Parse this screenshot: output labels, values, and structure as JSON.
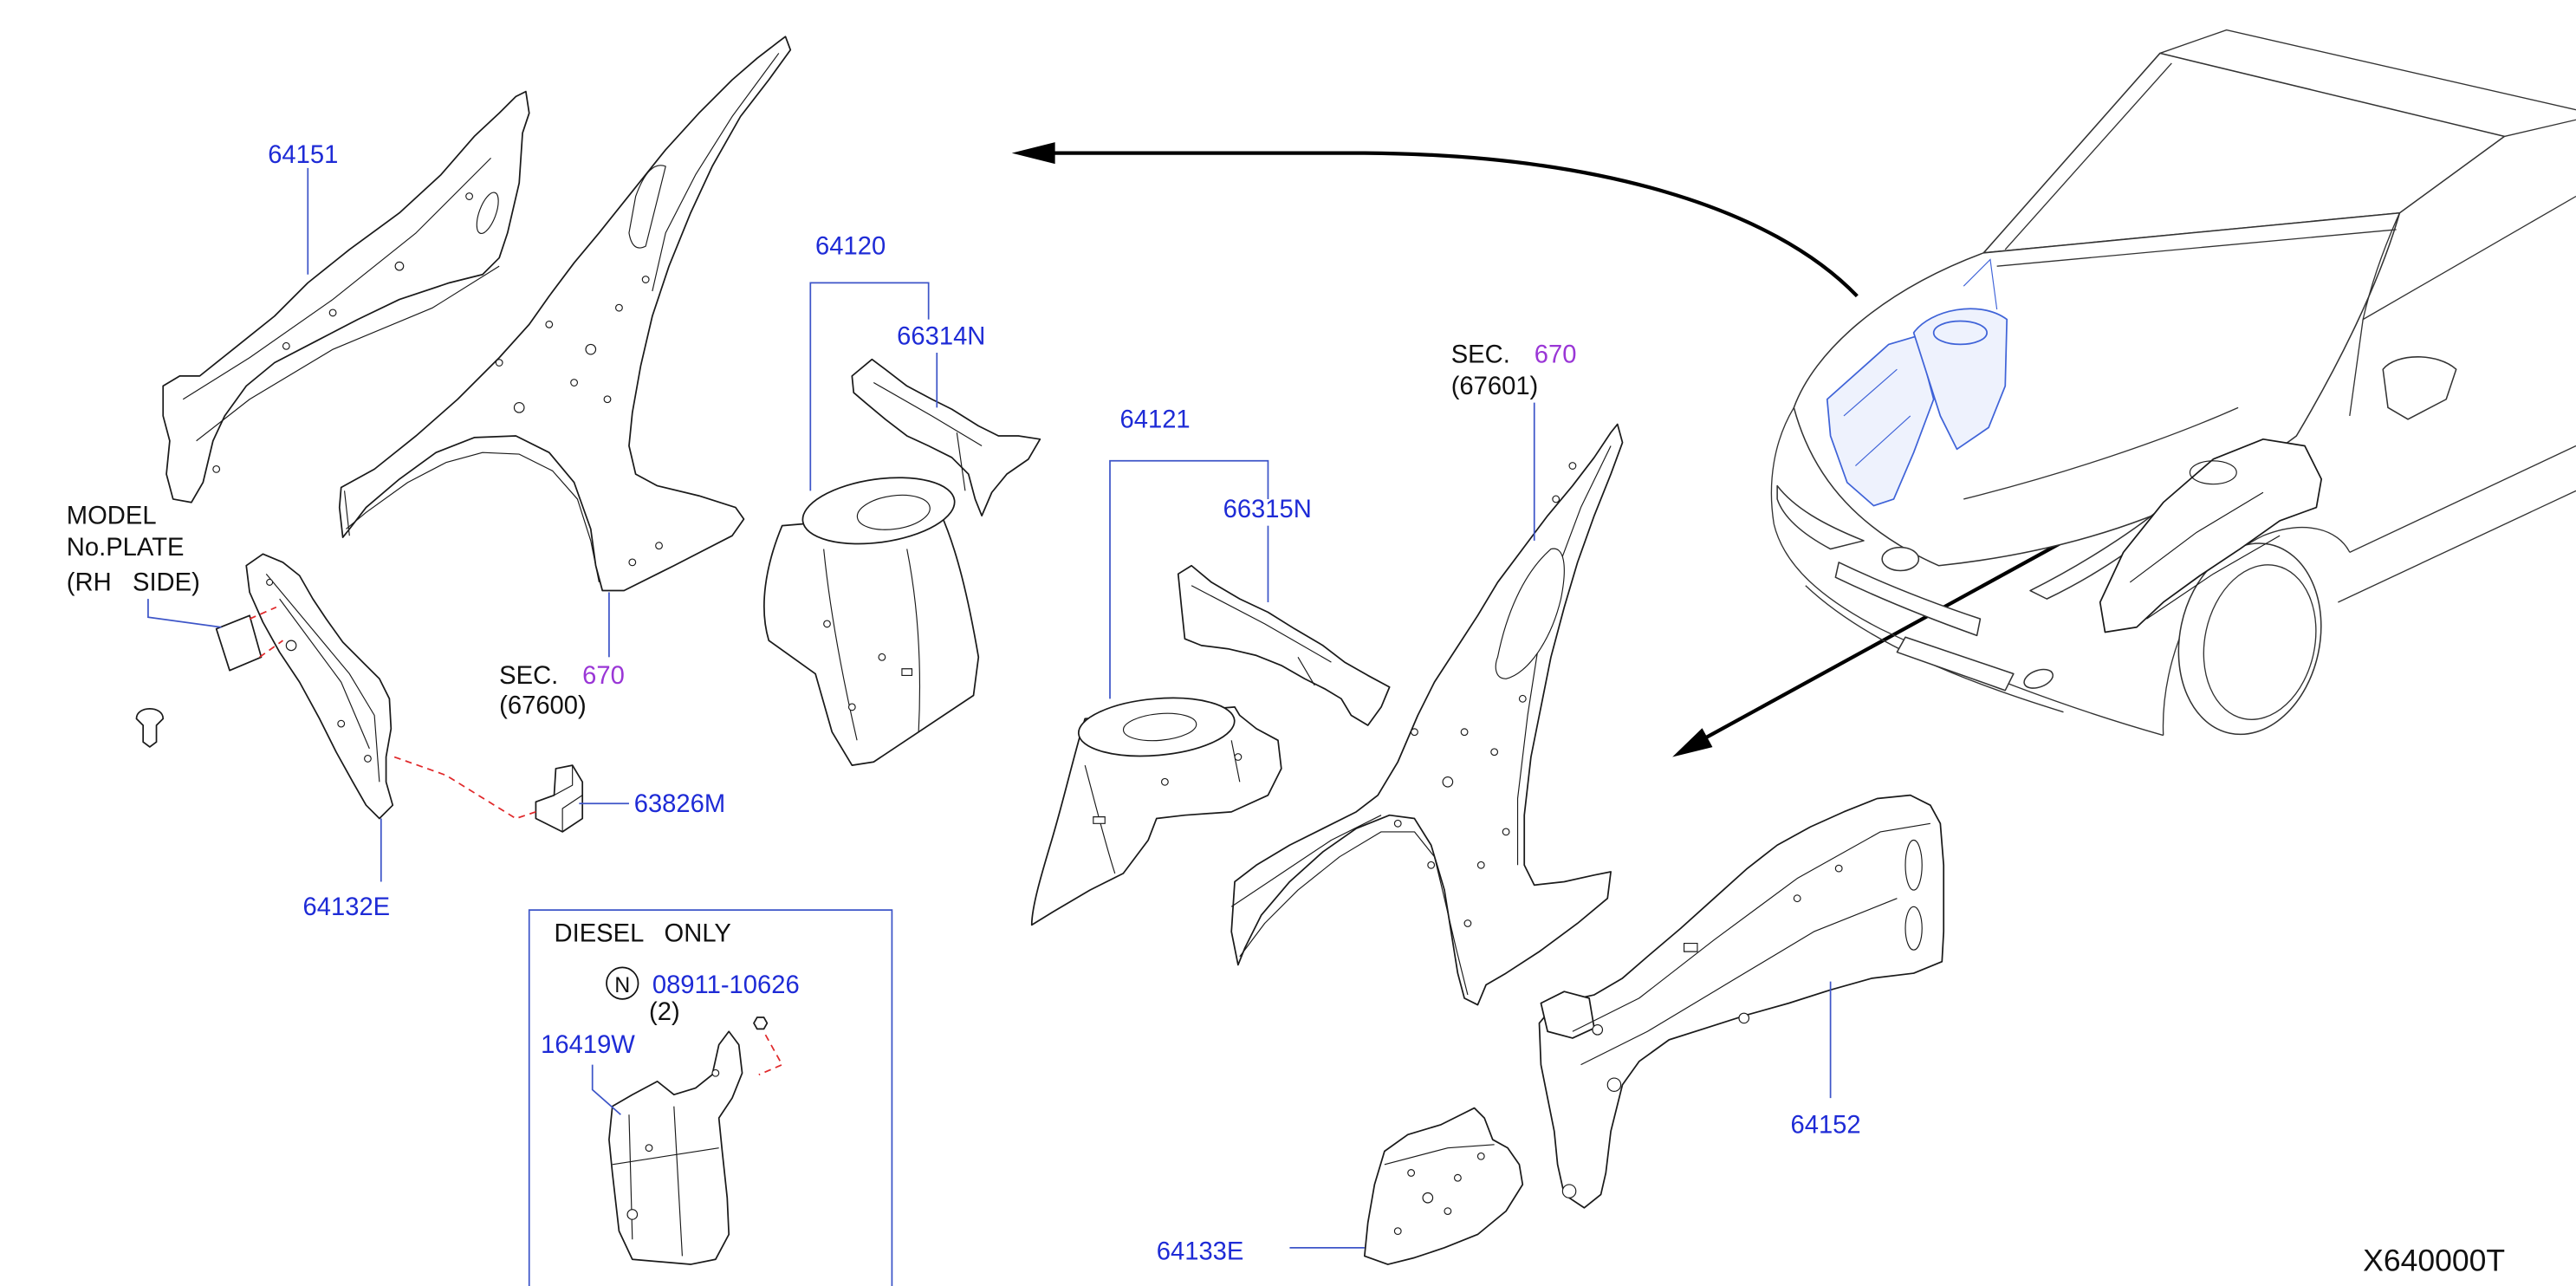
{
  "diagram": {
    "code": "X640000T",
    "colors": {
      "part_number": "#1e2bd6",
      "section_number": "#9a36d6",
      "text": "#111111",
      "leader": "#3d55c8",
      "dashed_link": "#e0282a",
      "highlight": "#3f63d8",
      "line_art": "#1a1a1a"
    },
    "parts": {
      "p64151": "64151",
      "p64120": "64120",
      "p66314N": "66314N",
      "p64121": "64121",
      "p66315N": "66315N",
      "p63826M": "63826M",
      "p64132E": "64132E",
      "p64152": "64152",
      "p64133E": "64133E"
    },
    "section_left": {
      "prefix": "SEC.",
      "number": "670",
      "ref": "(67600)"
    },
    "section_right": {
      "prefix": "SEC.",
      "number": "670",
      "ref": "(67601)"
    },
    "model_plate_note": {
      "line1": "MODEL",
      "line2": "No.PLATE",
      "line3": "(RH   SIDE)"
    },
    "diesel_only": {
      "title": "DIESEL   ONLY",
      "nut_symbol": "N",
      "nut_part": "08911-10626",
      "nut_qty": "(2)",
      "bracket_part": "16419W"
    }
  }
}
